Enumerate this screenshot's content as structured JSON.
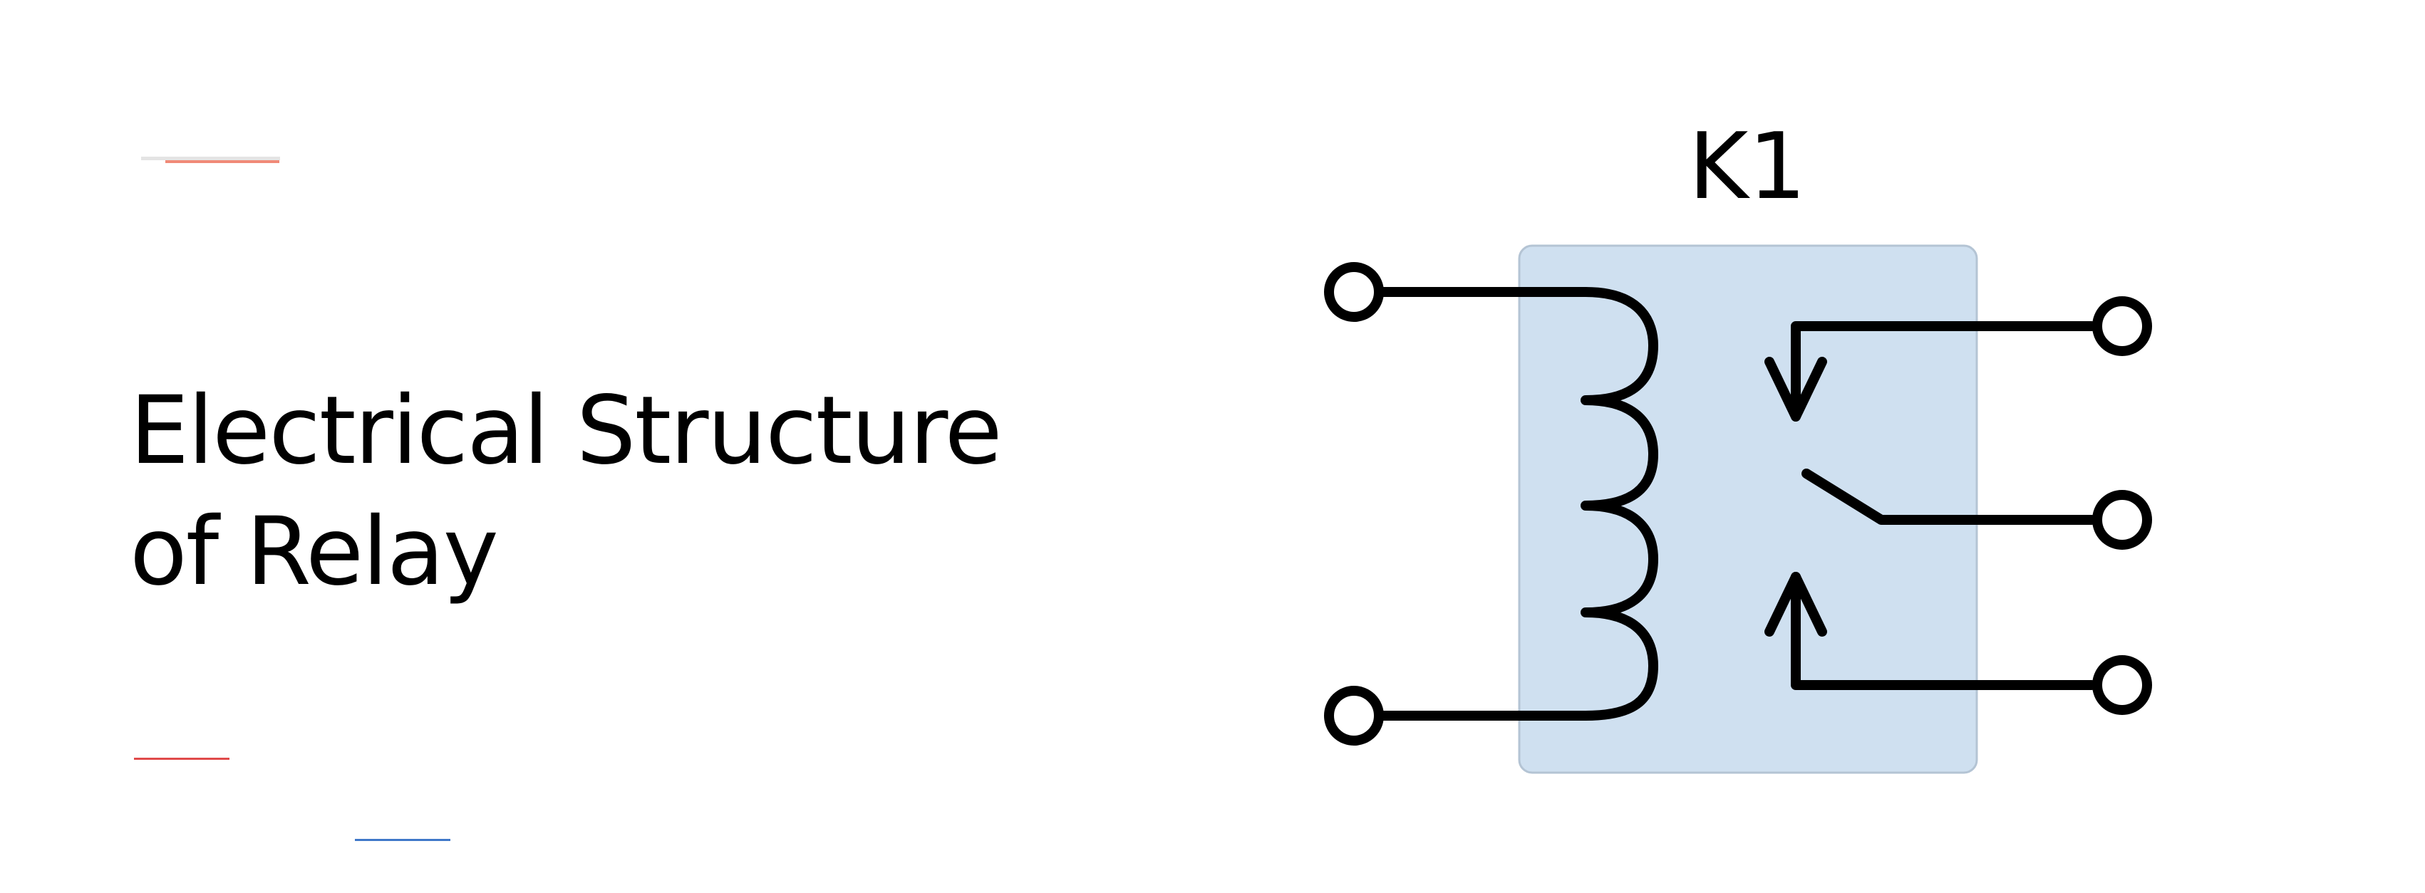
{
  "title": {
    "line1": "Electrical Structure",
    "line2": "of Relay"
  },
  "relay": {
    "ref": "K1",
    "body_color": "#cfe0f0",
    "body_border": "#b4c4d4",
    "stroke_color": "#000000"
  },
  "accents": {
    "red": "#e04a4a",
    "blue": "#3f78c9",
    "salmon": "#f08a78"
  }
}
